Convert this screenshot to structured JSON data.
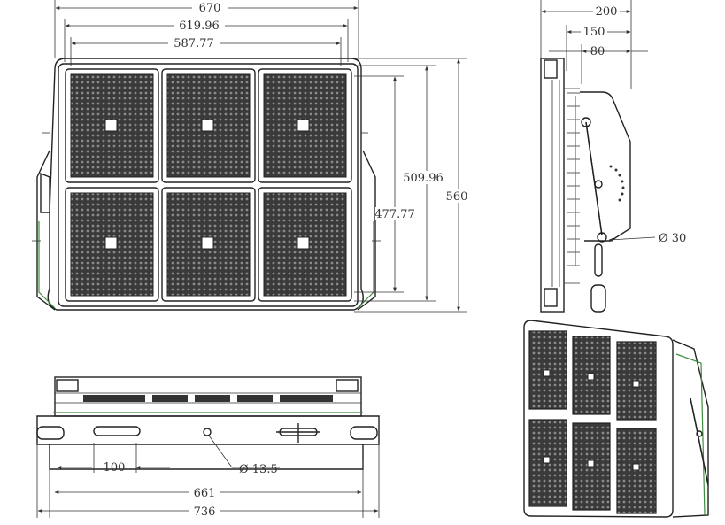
{
  "dimensions": {
    "front_width_total": "670",
    "front_width_mid": "619.96",
    "front_width_inner": "587.77",
    "front_height_total": "560",
    "front_height_mid": "509.96",
    "front_height_inner": "477.77",
    "side_depth_total": "200",
    "side_depth_mid": "150",
    "side_depth_inner": "80",
    "side_hole_diameter": "Ø 30",
    "bottom_slot_width": "100",
    "bottom_hole_diameter": "Ø 13.5",
    "bottom_width_mid": "661",
    "bottom_width_total": "736"
  },
  "colors": {
    "line": "#222222",
    "panel": "#2f2f2f",
    "accent": "#3e8e3e"
  }
}
